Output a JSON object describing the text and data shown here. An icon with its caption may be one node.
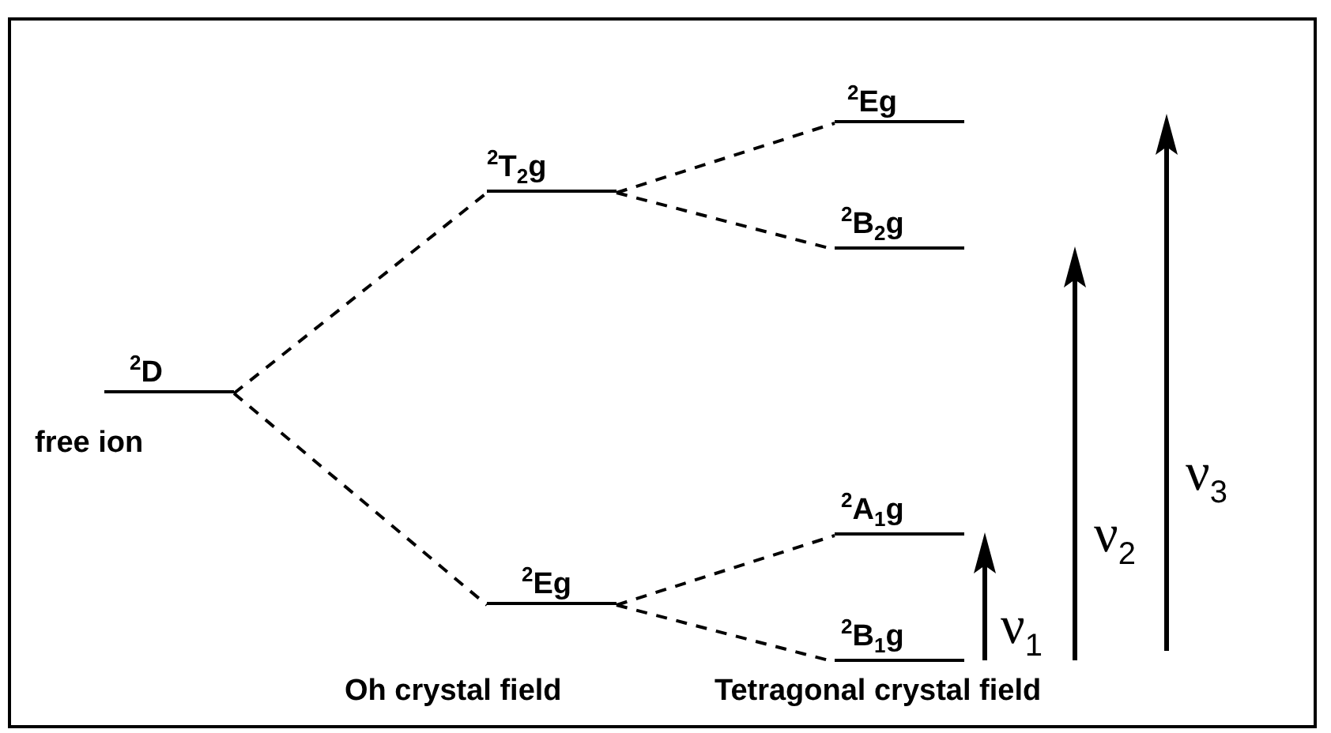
{
  "diagram": {
    "nodes": [
      {
        "text": [
          "$^{2}$D"
        ],
        "beside": [
          "free ion"
        ]
      },
      {
        "text": [
          "$^{2}$T$_{2}$g"
        ]
      },
      {
        "text": [
          "$^{2}$Eg"
        ]
      },
      {
        "text": [
          "$^{2}$Eg"
        ]
      },
      {
        "text": [
          "$^{2}$B$_{2}$g"
        ]
      },
      {
        "text": [
          "$^{2}$A$_{1}$g"
        ]
      },
      {
        "text": [
          "$^{2}$B$_{1}$g"
        ]
      }
    ],
    "edges": [
      {
        "from": 0,
        "to": 1,
        "arrow": "none",
        "style": "dashed"
      },
      {
        "from": 0,
        "to": 2,
        "arrow": "none",
        "style": "dashed"
      },
      {
        "from": 1,
        "to": 3,
        "arrow": "none",
        "style": "dashed"
      },
      {
        "from": 1,
        "to": 4,
        "arrow": "none",
        "style": "dashed"
      },
      {
        "from": 2,
        "to": 5,
        "arrow": "none",
        "style": "dashed"
      },
      {
        "from": 2,
        "to": 6,
        "arrow": "none",
        "style": "dashed"
      }
    ],
    "labels": [
      "ν$_{3}$",
      "ν$_{2}$",
      "ν$_{1}$",
      "Oh crystal field",
      "Tetragonal crystal field"
    ]
  }
}
